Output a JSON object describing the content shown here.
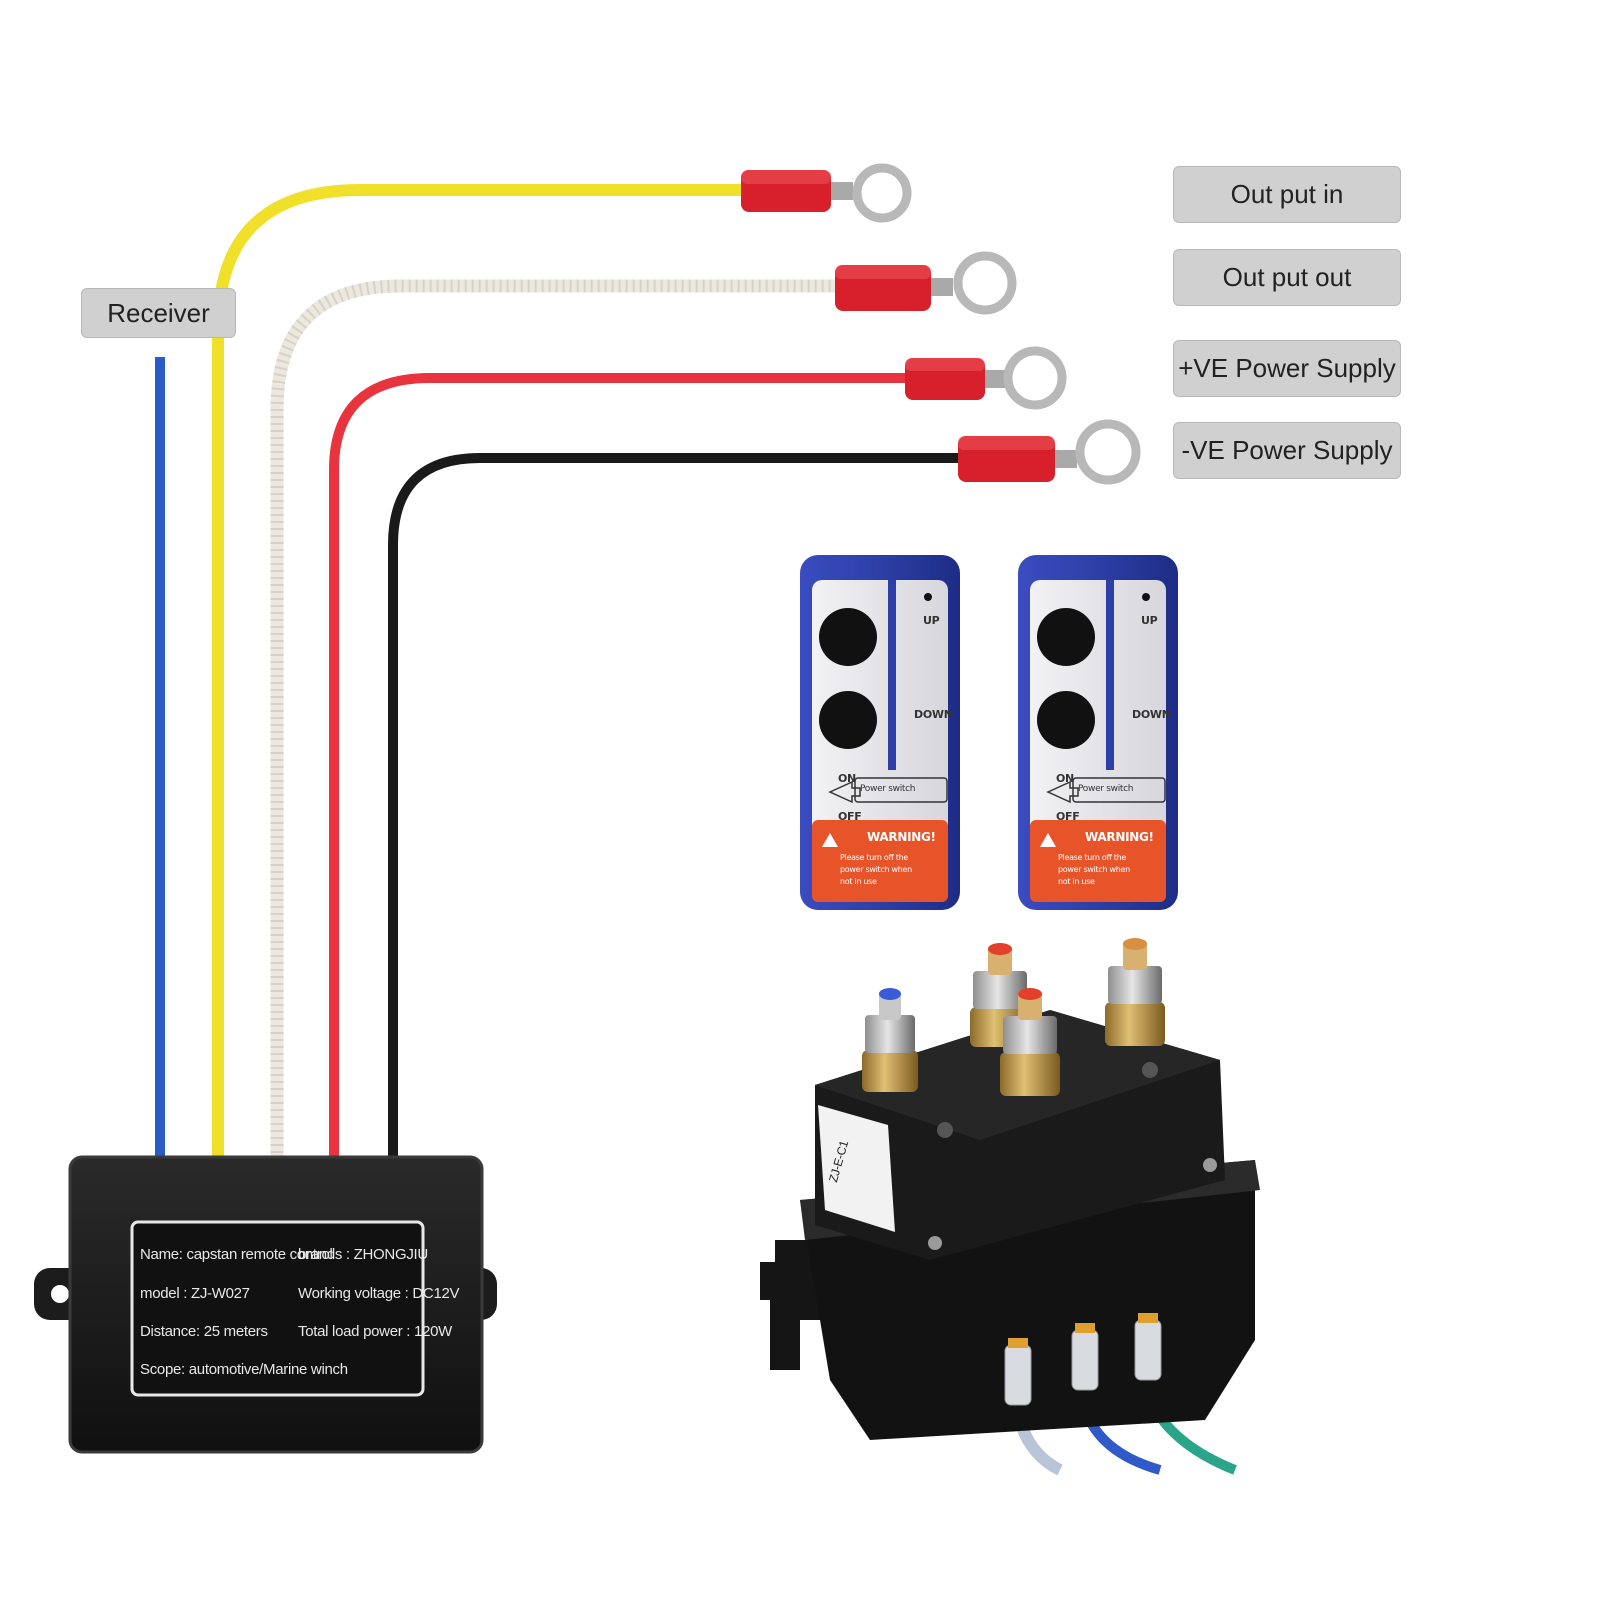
{
  "labels": {
    "receiver": "Receiver",
    "wire_yellow": "Out put in",
    "wire_white": "Out put out",
    "wire_red": "+VE Power Supply",
    "wire_black": "-VE Power Supply"
  },
  "receiver_plate": {
    "name": "Name: capstan remote control",
    "brand": "brands : ZHONGJIU",
    "model": "model : ZJ-W027",
    "voltage": "Working voltage : DC12V",
    "distance": "Distance: 25 meters",
    "power": "Total load power : 120W",
    "scope": "Scope: automotive/Marine winch"
  },
  "remote": {
    "up": "UP",
    "down": "DOWN",
    "on": "ON",
    "off": "OFF",
    "switch": "Power switch",
    "warning": "WARNING!",
    "warning_text_1": "Please turn off the",
    "warning_text_2": "power switch when",
    "warning_text_3": "not in use"
  },
  "solenoid": {
    "side_label": "ZJ-E-C1"
  },
  "colors": {
    "wire_blue": "#2a5bc8",
    "wire_yellow": "#f1e02a",
    "wire_white": "#ece8df",
    "wire_red": "#e8343e",
    "wire_black": "#1a1a1a",
    "terminal_red": "#d8202c",
    "remote_blue": "#2d3fa6",
    "remote_face": "#e6e6ea",
    "warning_orange": "#e8542a"
  }
}
